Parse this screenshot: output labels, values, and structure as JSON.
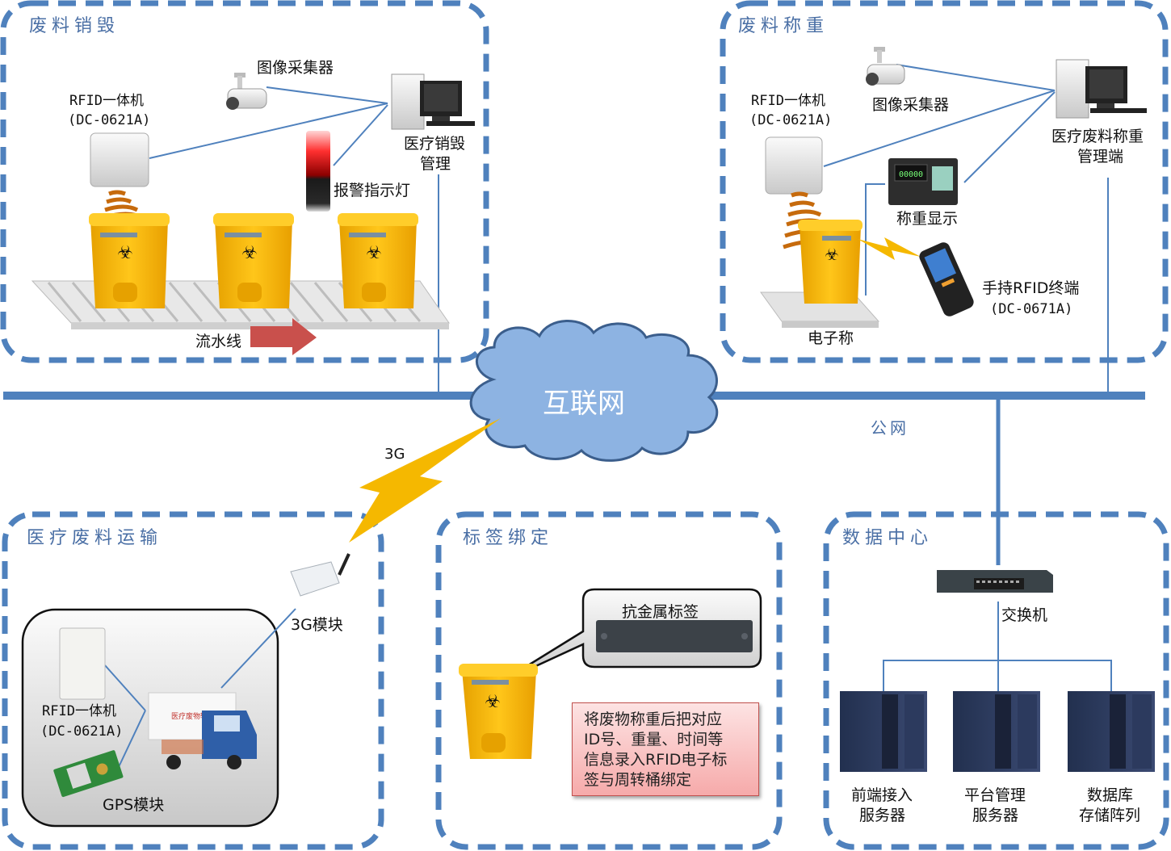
{
  "colors": {
    "panel_border": "#4f81bd",
    "backbone": "#4f81bd",
    "cloud_fill": "#8db3e2",
    "cloud_stroke": "#3b5e8c",
    "wireless_bolt": "#f5b800",
    "note_border": "#c0504d",
    "title_text": "#4a6fa5"
  },
  "network": {
    "cloud_label": "互联网",
    "public_net_label": "公网",
    "wireless_label": "3G"
  },
  "panels": {
    "destruction": {
      "title": "废料销毁",
      "camera_label": "图像采集器",
      "rfid_label_line1": "RFID一体机",
      "rfid_label_line2": "(DC-0621A)",
      "pc_label_line1": "医疗销毁",
      "pc_label_line2": "管理",
      "alarm_label": "报警指示灯",
      "conveyor_label": "流水线",
      "icons": [
        "camera-icon",
        "rfid-reader-icon",
        "computer-icon",
        "alarm-light-icon",
        "waste-bin-icon",
        "conveyor-icon",
        "arrow-right-icon"
      ]
    },
    "weighing": {
      "title": "废料称重",
      "camera_label": "图像采集器",
      "rfid_label_line1": "RFID一体机",
      "rfid_label_line2": "(DC-0621A)",
      "pc_label_line1": "医疗废料称重",
      "pc_label_line2": "管理端",
      "display_label": "称重显示",
      "handheld_label_line1": "手持RFID终端",
      "handheld_label_line2": "(DC-0671A)",
      "scale_label": "电子称"
    },
    "transport": {
      "title": "医疗废料运输",
      "module_3g_label": "3G模块",
      "rfid_label_line1": "RFID一体机",
      "rfid_label_line2": "(DC-0621A)",
      "gps_label": "GPS模块"
    },
    "tag_binding": {
      "title": "标签绑定",
      "tag_label": "抗金属标签",
      "note": "将废物称重后把对应\nID号、重量、时间等\n信息录入RFID电子标\n签与周转桶绑定"
    },
    "data_center": {
      "title": "数据中心",
      "switch_label": "交换机",
      "servers": [
        {
          "line1": "前端接入",
          "line2": "服务器"
        },
        {
          "line1": "平台管理",
          "line2": "服务器"
        },
        {
          "line1": "数据库",
          "line2": "存储阵列"
        }
      ]
    }
  }
}
